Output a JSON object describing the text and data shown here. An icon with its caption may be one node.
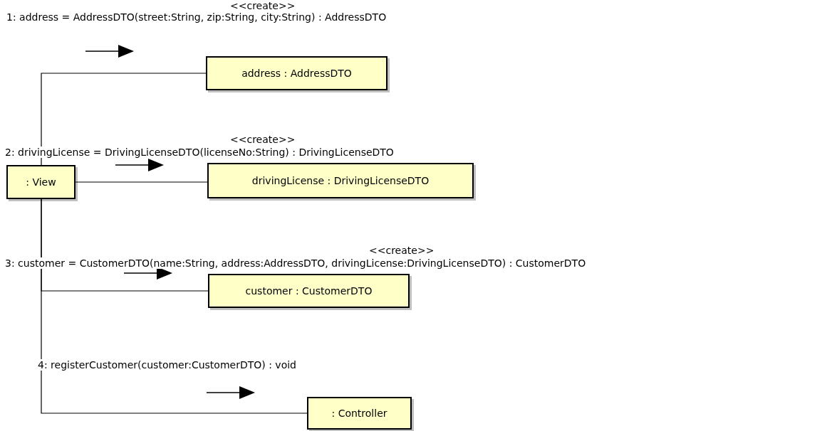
{
  "diagram": {
    "nodes": [
      {
        "text": [
          ": View"
        ]
      },
      {
        "text": [
          "address : AddressDTO"
        ]
      },
      {
        "text": [
          "drivingLicense : DrivingLicenseDTO"
        ]
      },
      {
        "text": [
          "customer : CustomerDTO"
        ]
      },
      {
        "text": [
          ": Controller"
        ]
      }
    ],
    "edges": [
      {
        "from": 0,
        "to": 1,
        "arrow": "none"
      },
      {
        "from": 0,
        "to": 2,
        "arrow": "none"
      },
      {
        "from": 0,
        "to": 3,
        "arrow": "none"
      },
      {
        "from": 0,
        "to": 4,
        "arrow": "none"
      }
    ],
    "labels": [
      "<<create>>",
      "1: address = AddressDTO(street:String, zip:String, city:String) : AddressDTO",
      "<<create>>",
      "2: drivingLicense = DrivingLicenseDTO(licenseNo:String) : DrivingLicenseDTO",
      "<<create>>",
      "3: customer = CustomerDTO(name:String, address:AddressDTO, drivingLicense:DrivingLicenseDTO) : CustomerDTO",
      "4: registerCustomer(customer:CustomerDTO) : void"
    ]
  }
}
